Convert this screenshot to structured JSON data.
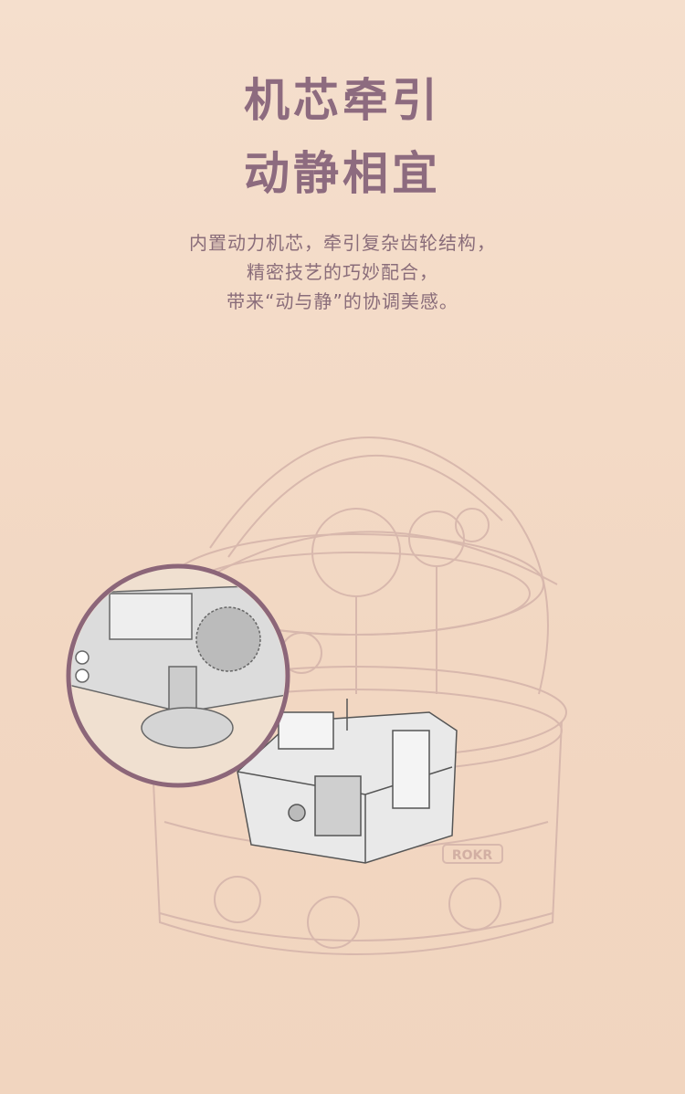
{
  "heading": {
    "line1": "机芯牵引",
    "line2": "动静相宜"
  },
  "description": {
    "line1": "内置动力机芯，牵引复杂齿轮结构，",
    "line2": "精密技艺的巧妙配合，",
    "line3": "带来“动与静”的协调美感。"
  },
  "product": {
    "brand_logo": "ROKR"
  },
  "colors": {
    "background": "#f3dac6",
    "title": "#8d6b7f",
    "text": "#8a6d7a",
    "outline": "#d9b9ae",
    "zoom_ring": "#8c6679"
  }
}
